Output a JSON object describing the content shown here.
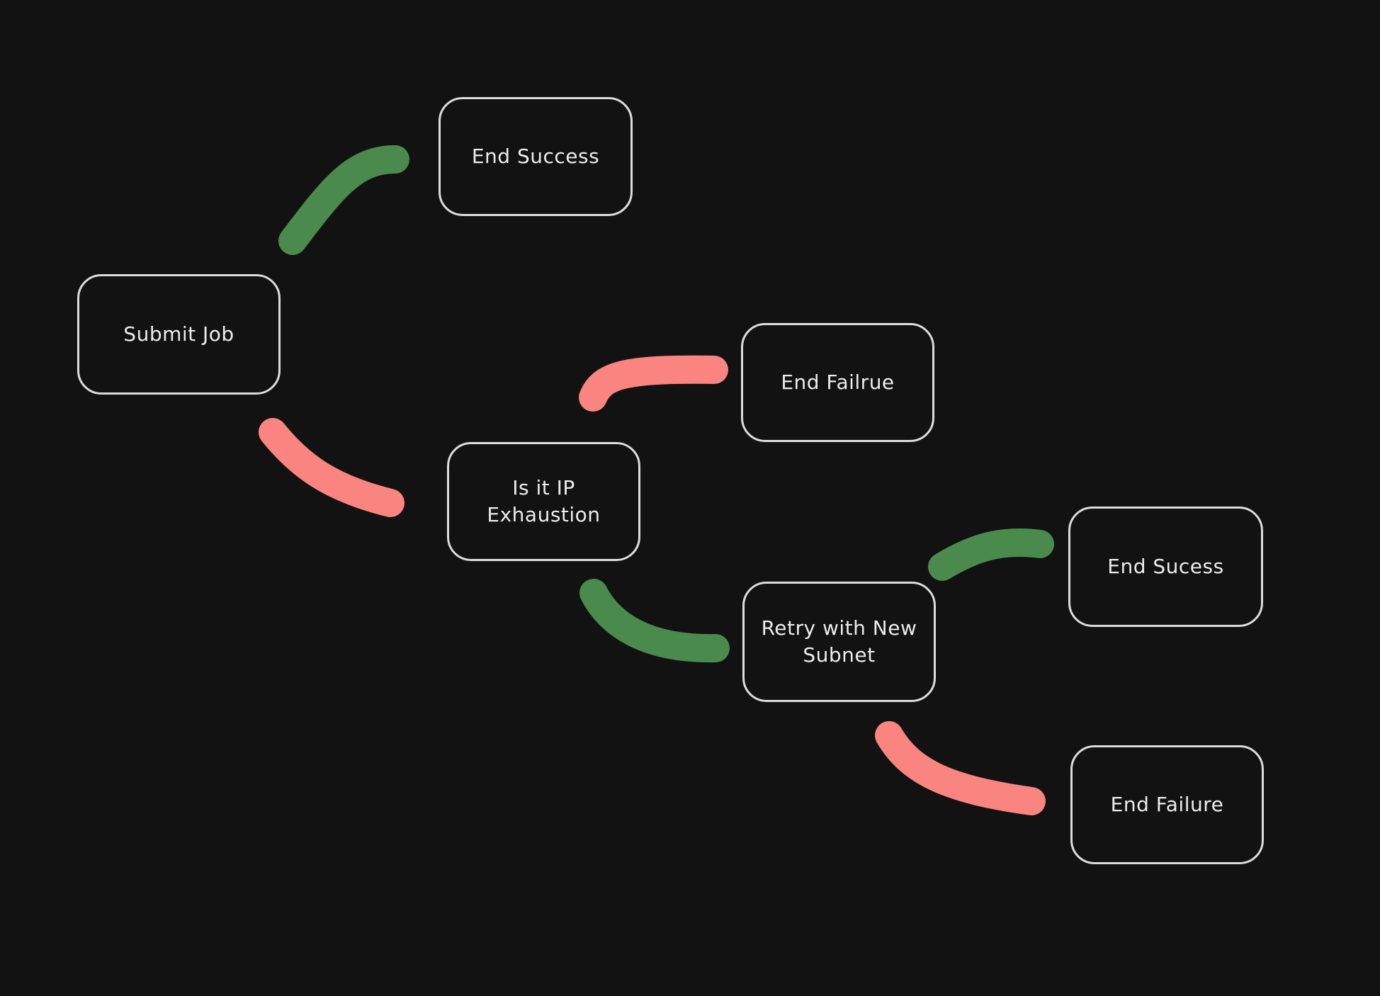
{
  "colors": {
    "background": "#121212",
    "node_border": "#dcdcdc",
    "text": "#ececec",
    "success_edge": "#4a8a4c",
    "failure_edge": "#fa8580"
  },
  "nodes": {
    "submit_job": "Submit Job",
    "end_success_top": "End Success",
    "is_ip_exhaustion": "Is it IP\nExhaustion",
    "end_failrue": "End Failrue",
    "retry_subnet": "Retry with New\nSubnet",
    "end_sucess": "End Sucess",
    "end_failure_bottom": "End Failure"
  },
  "edges": [
    {
      "from": "submit_job",
      "to": "end_success_top",
      "status": "success"
    },
    {
      "from": "submit_job",
      "to": "is_ip_exhaustion",
      "status": "failure"
    },
    {
      "from": "is_ip_exhaustion",
      "to": "end_failrue",
      "status": "failure"
    },
    {
      "from": "is_ip_exhaustion",
      "to": "retry_subnet",
      "status": "success"
    },
    {
      "from": "retry_subnet",
      "to": "end_sucess",
      "status": "success"
    },
    {
      "from": "retry_subnet",
      "to": "end_failure_bottom",
      "status": "failure"
    }
  ]
}
